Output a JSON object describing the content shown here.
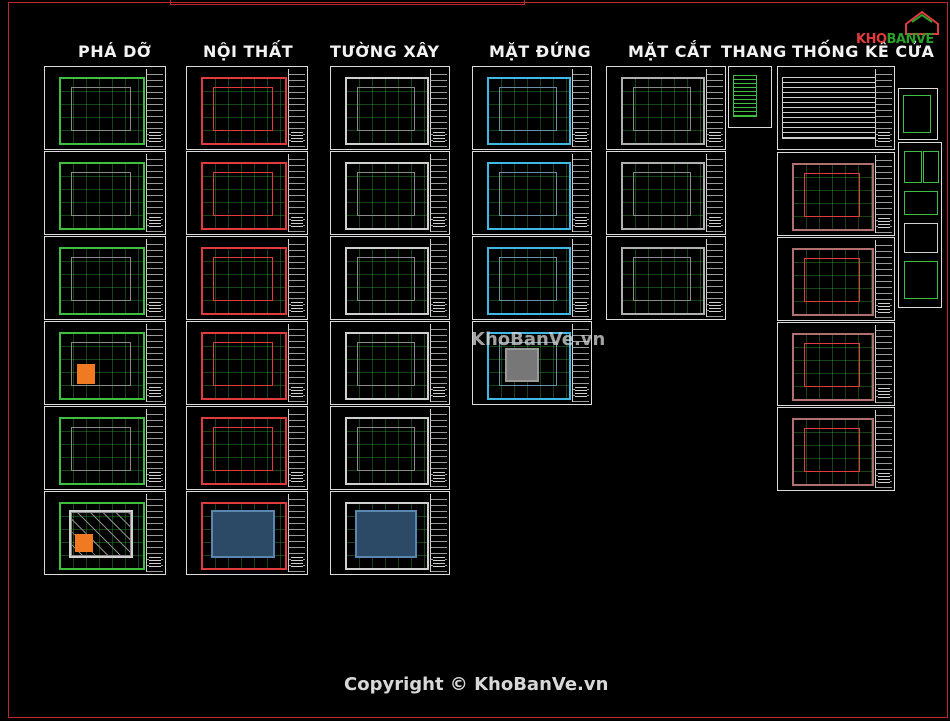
{
  "columns": [
    {
      "id": "pha-do",
      "title": "PHÁ DỠ",
      "sheets": 6,
      "accent": "#e0e0e0"
    },
    {
      "id": "noi-that",
      "title": "NỘI THẤT",
      "sheets": 6,
      "accent": "#e23b3b"
    },
    {
      "id": "tuong-xay",
      "title": "TƯỜNG XÂY",
      "sheets": 6,
      "accent": "#d8d8d8"
    },
    {
      "id": "mat-dung",
      "title": "MẶT ĐỨNG",
      "sheets": 4,
      "accent": "#6e8fa8"
    },
    {
      "id": "mat-cat",
      "title": "MẶT CẮT",
      "sheets": 3,
      "accent": "#9a9a9a"
    },
    {
      "id": "thang",
      "title": "THANG",
      "sheets": 1,
      "accent": "#cfcfcf"
    },
    {
      "id": "thong-ke-cua",
      "title": "THỐNG KÊ CỬA",
      "sheets": 5,
      "accent": "#c07d7d"
    }
  ],
  "watermark_center": "KhoBanVe.vn",
  "copyright": "Copyright © KhoBanVe.vn",
  "logo": {
    "prefix": "KHO",
    "suffix": "BANVE"
  },
  "colors": {
    "background": "#000000",
    "frame": "#c0272d",
    "sheet_border": "#dcdcdc",
    "green": "#3fbf3f",
    "red": "#e23b3b",
    "cyan": "#3fb8e6",
    "orange": "#f07a22"
  }
}
